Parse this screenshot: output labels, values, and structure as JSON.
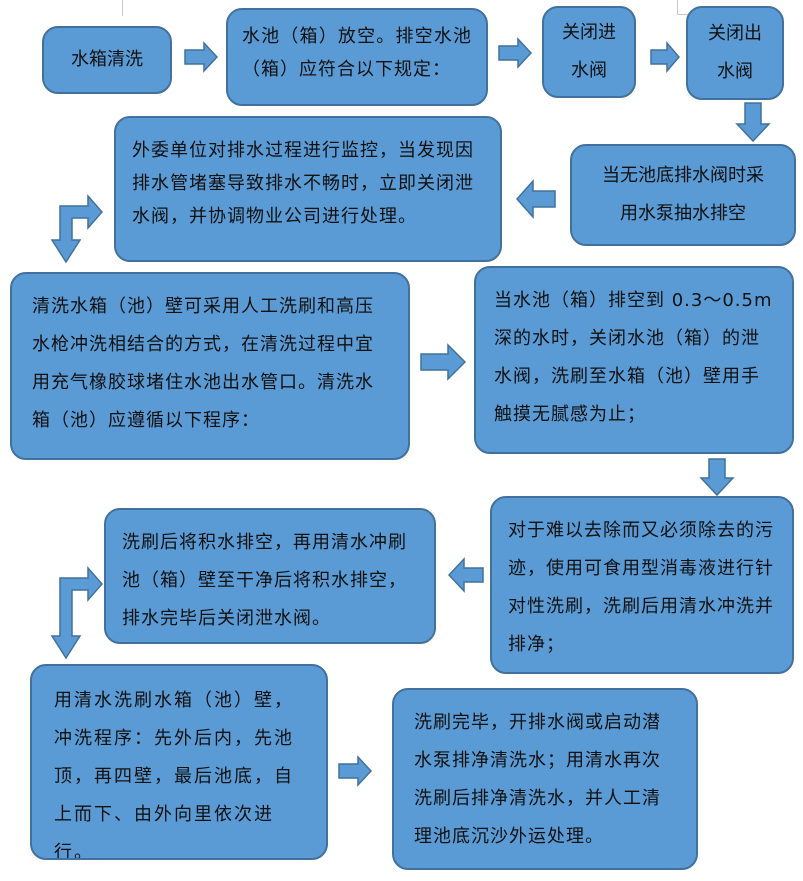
{
  "colors": {
    "box_fill": "#5b9bd5",
    "box_border": "#41719c",
    "text": "#111111",
    "background": "#ffffff"
  },
  "steps": [
    {
      "id": "s1",
      "text": "水箱清洗"
    },
    {
      "id": "s2",
      "text": "水池（箱）放空。排空水池（箱）应符合以下规定："
    },
    {
      "id": "s3",
      "text": "关闭进水阀"
    },
    {
      "id": "s4",
      "text": "关闭出水阀"
    },
    {
      "id": "s5",
      "text": "当无池底排水阀时采用水泵抽水排空"
    },
    {
      "id": "s6",
      "text": "外委单位对排水过程进行监控，当发现因排水管堵塞导致排水不畅时，立即关闭泄水阀，并协调物业公司进行处理。"
    },
    {
      "id": "s7",
      "text": "清洗水箱（池）壁可采用人工洗刷和高压水枪冲洗相结合的方式，在清洗过程中宜用充气橡胶球堵住水池出水管口。清洗水箱（池）应遵循以下程序："
    },
    {
      "id": "s8",
      "text": "当水池（箱）排空到 0.3～0.5m 深的水时，关闭水池（箱）的泄水阀，洗刷至水箱（池）壁用手触摸无腻感为止；"
    },
    {
      "id": "s9",
      "text": "对于难以去除而又必须除去的污迹，使用可食用型消毒液进行针对性洗刷，洗刷后用清水冲洗并排净；"
    },
    {
      "id": "s10",
      "text": "洗刷后将积水排空，再用清水冲刷池（箱）壁至干净后将积水排空，排水完毕后关闭泄水阀。"
    },
    {
      "id": "s11",
      "text": "用清水洗刷水箱（池）壁，冲洗程序：先外后内，先池顶，再四壁，最后池底，自上而下、由外向里依次进行。"
    },
    {
      "id": "s12",
      "text": "洗刷完毕，开排水阀或启动潜水泵排净清洗水；用清水再次洗刷后排净清洗水，并人工清理池底沉沙外运处理。"
    }
  ]
}
